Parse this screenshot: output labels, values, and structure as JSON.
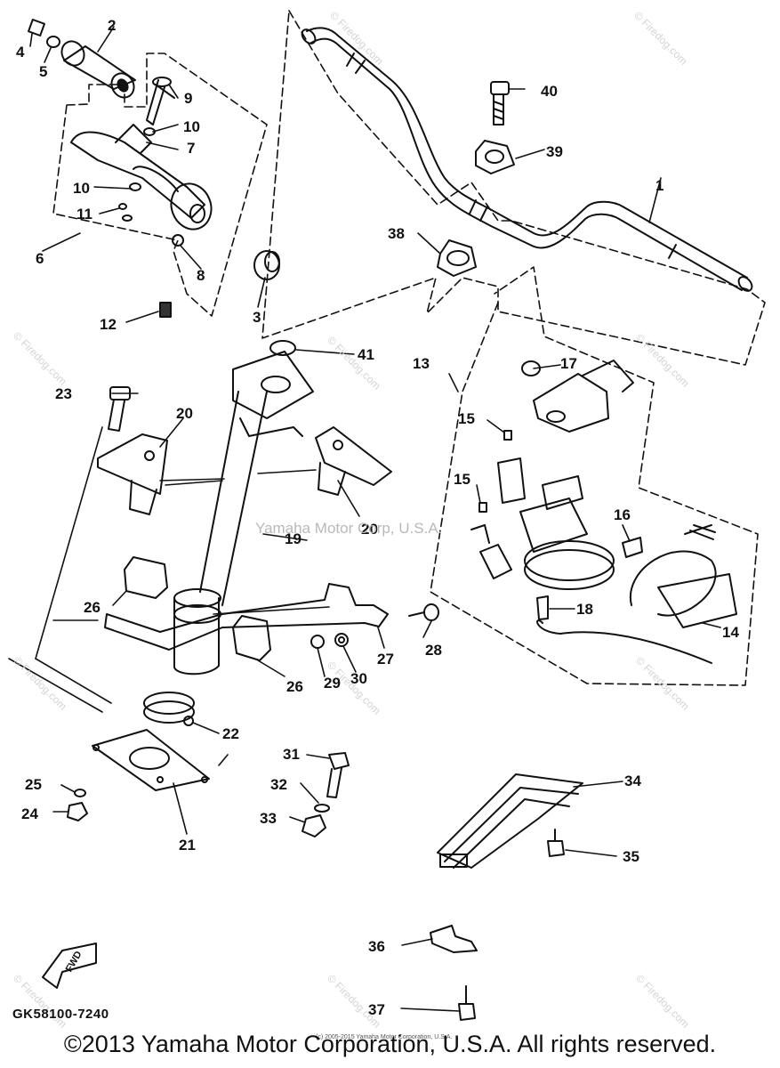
{
  "labels": [
    {
      "id": "1",
      "text": "1"
    },
    {
      "id": "2",
      "text": "2"
    },
    {
      "id": "3",
      "text": "3"
    },
    {
      "id": "4",
      "text": "4"
    },
    {
      "id": "5",
      "text": "5"
    },
    {
      "id": "6",
      "text": "6"
    },
    {
      "id": "7",
      "text": "7"
    },
    {
      "id": "8",
      "text": "8"
    },
    {
      "id": "9",
      "text": "9"
    },
    {
      "id": "10a",
      "text": "10"
    },
    {
      "id": "10b",
      "text": "10"
    },
    {
      "id": "11",
      "text": "11"
    },
    {
      "id": "12",
      "text": "12"
    },
    {
      "id": "13",
      "text": "13"
    },
    {
      "id": "14",
      "text": "14"
    },
    {
      "id": "15a",
      "text": "15"
    },
    {
      "id": "15b",
      "text": "15"
    },
    {
      "id": "16",
      "text": "16"
    },
    {
      "id": "17",
      "text": "17"
    },
    {
      "id": "18",
      "text": "18"
    },
    {
      "id": "19",
      "text": "19"
    },
    {
      "id": "20a",
      "text": "20"
    },
    {
      "id": "20b",
      "text": "20"
    },
    {
      "id": "21",
      "text": "21"
    },
    {
      "id": "22",
      "text": "22"
    },
    {
      "id": "23",
      "text": "23"
    },
    {
      "id": "24",
      "text": "24"
    },
    {
      "id": "25",
      "text": "25"
    },
    {
      "id": "26a",
      "text": "26"
    },
    {
      "id": "26b",
      "text": "26"
    },
    {
      "id": "27",
      "text": "27"
    },
    {
      "id": "28",
      "text": "28"
    },
    {
      "id": "29",
      "text": "29"
    },
    {
      "id": "30",
      "text": "30"
    },
    {
      "id": "31",
      "text": "31"
    },
    {
      "id": "32",
      "text": "32"
    },
    {
      "id": "33",
      "text": "33"
    },
    {
      "id": "34",
      "text": "34"
    },
    {
      "id": "35",
      "text": "35"
    },
    {
      "id": "36",
      "text": "36"
    },
    {
      "id": "37",
      "text": "37"
    },
    {
      "id": "38",
      "text": "38"
    },
    {
      "id": "39",
      "text": "39"
    },
    {
      "id": "40",
      "text": "40"
    },
    {
      "id": "41",
      "text": "41"
    }
  ],
  "diagram_code": "GK58100-7240",
  "fwd_label": "FWD",
  "watermark_text": "Yamaha Motor Corp, U.S.A.",
  "site_watermark": "© Firedog.com",
  "footer_small": "(c) 2005-2015 Yamaha Motor Corporation, U.S.A.",
  "copyright": "©2013 Yamaha Motor Corporation, U.S.A. All rights reserved."
}
